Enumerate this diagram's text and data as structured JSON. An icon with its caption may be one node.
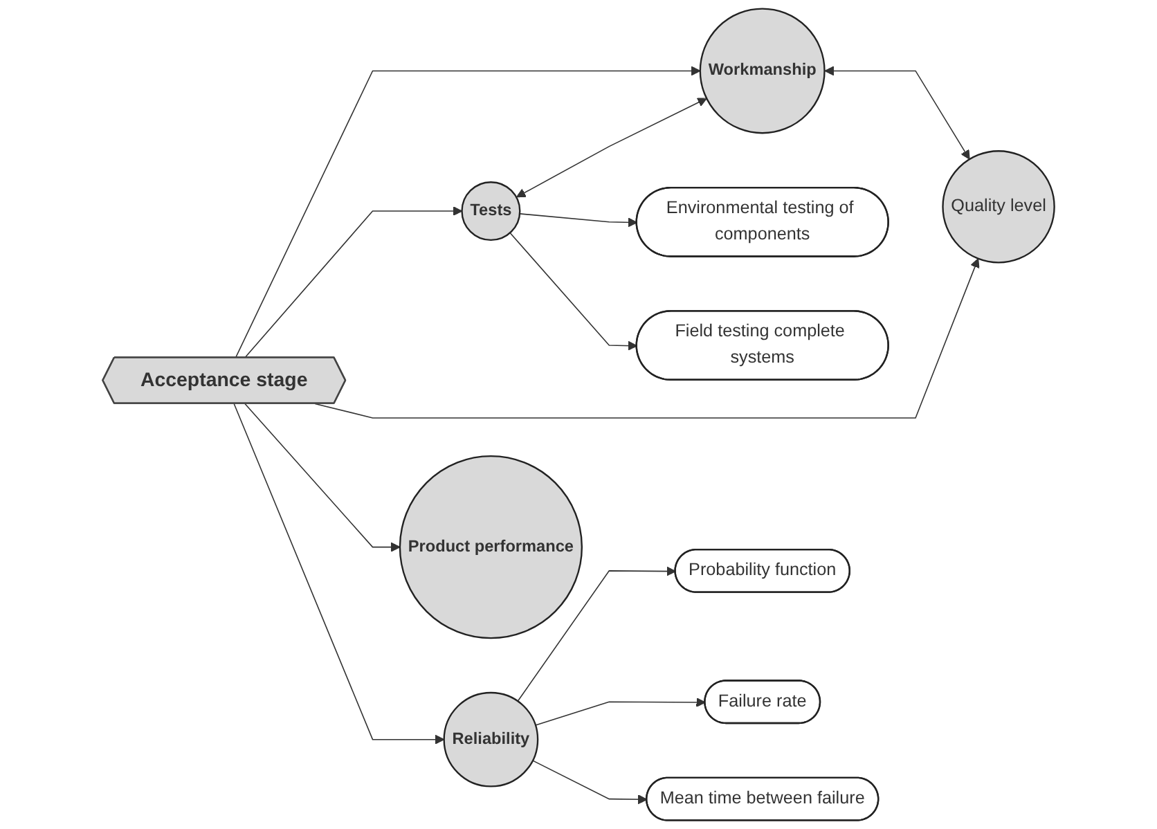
{
  "diagram": {
    "nodes": [
      {
        "text": [
          "Workmanship"
        ]
      },
      {
        "text": [
          "Environmental testing of components"
        ]
      },
      {
        "text": [
          "Tests"
        ]
      },
      {
        "text": [
          "Quality level"
        ]
      },
      {
        "text": [
          "Field testing complete systems"
        ]
      },
      {
        "text": [
          "Acceptance stage"
        ]
      },
      {
        "text": [
          "Probability function"
        ]
      },
      {
        "text": [
          "Reliability"
        ]
      },
      {
        "text": [
          "Failure rate"
        ]
      },
      {
        "text": [
          "Product performance"
        ]
      },
      {
        "text": [
          "Mean time between failure"
        ]
      }
    ],
    "edges": [
      {
        "from": 5,
        "to": 0,
        "arrow": "to"
      },
      {
        "from": 5,
        "to": 2,
        "arrow": "to"
      },
      {
        "from": 5,
        "to": 3,
        "arrow": "to"
      },
      {
        "from": 5,
        "to": 9,
        "arrow": "to"
      },
      {
        "from": 5,
        "to": 7,
        "arrow": "to"
      },
      {
        "from": 2,
        "to": 0,
        "arrow": "both"
      },
      {
        "from": 0,
        "to": 3,
        "arrow": "both"
      },
      {
        "from": 2,
        "to": 1,
        "arrow": "to"
      },
      {
        "from": 2,
        "to": 4,
        "arrow": "to"
      },
      {
        "from": 7,
        "to": 6,
        "arrow": "to"
      },
      {
        "from": 7,
        "to": 8,
        "arrow": "to"
      },
      {
        "from": 7,
        "to": 10,
        "arrow": "to"
      }
    ]
  }
}
